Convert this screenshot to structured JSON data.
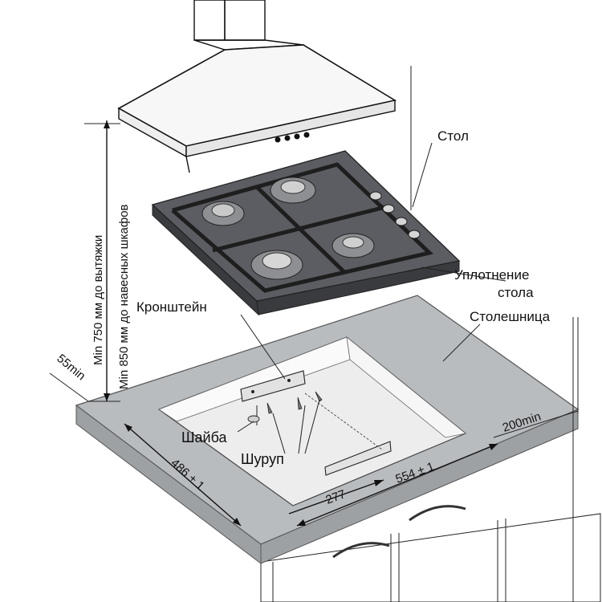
{
  "labels": {
    "table": "Стол",
    "seal_line1": "Уплотнение",
    "seal_line2": "стола",
    "bracket": "Кронштейн",
    "countertop": "Столешница",
    "washer": "Шайба",
    "screw": "Шуруп"
  },
  "dimensions": {
    "hood_min": "Min 750 мм до вытяжки",
    "cabinets_min": "Min 850 мм до навесных шкафов",
    "front_min": "55min",
    "side_min": "200min",
    "depth": "486 ± 1",
    "width": "554 ± 1",
    "bracket_pos": "277"
  },
  "colors": {
    "hob_glass": "#5b5d62",
    "hob_edge": "#3a3b3f",
    "countertop": "#b9bcbf",
    "countertop_edge": "#9ea1a4",
    "cutout": "#ededee",
    "wall": "#ffffff"
  }
}
